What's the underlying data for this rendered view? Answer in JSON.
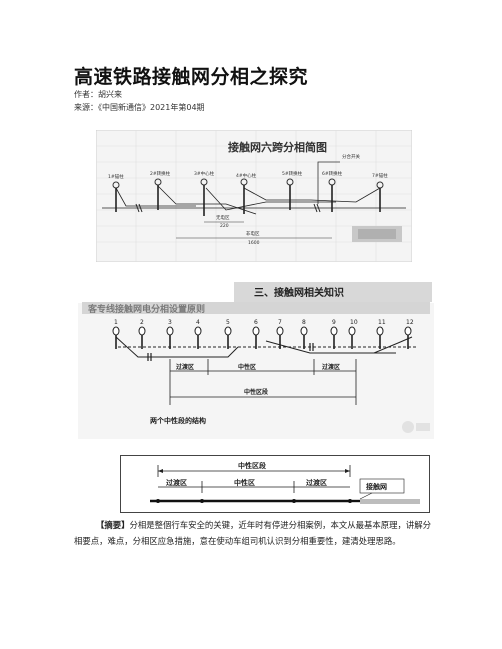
{
  "article": {
    "title": "高速铁路接触网分相之探究",
    "author_line": "作者：胡兴来",
    "source_line": "来源：《中国新通信》2021年第04期"
  },
  "figure1": {
    "title": "接触网六跨分相简图",
    "pillar_labels": [
      "1#锚柱",
      "2#转换柱",
      "3#中心柱",
      "4#中心柱",
      "5#转换柱",
      "6#转换柱",
      "7#锚柱"
    ],
    "switch_label": "分合开关",
    "transition_label": "无电区",
    "transition_value": "220",
    "span_label": "非电区",
    "span_value": "1600"
  },
  "figure2": {
    "header": "三、接触网相关知识",
    "subtitle": "客专线接触网电分相设置原则",
    "numbers": [
      "1",
      "2",
      "3",
      "4",
      "5",
      "6",
      "7",
      "8",
      "9",
      "10",
      "11",
      "12"
    ],
    "zone_left": "过渡区",
    "zone_mid": "中性区",
    "zone_right": "过渡区",
    "neutral_section": "中性区段",
    "caption": "两个中性段的结构"
  },
  "figure3": {
    "top_label": "中性区段",
    "zone_left": "过渡区",
    "zone_mid": "中性区",
    "zone_right": "过渡区",
    "line_label": "接触网"
  },
  "abstract": {
    "tag": "【摘要】",
    "text": "分相是整個行车安全的关键，近年时有停进分相案例，本文从最基本原理，讲解分相要点，难点，分相区应急措施，意在使动车组司机认识到分相重要性，建清处理思路。"
  }
}
